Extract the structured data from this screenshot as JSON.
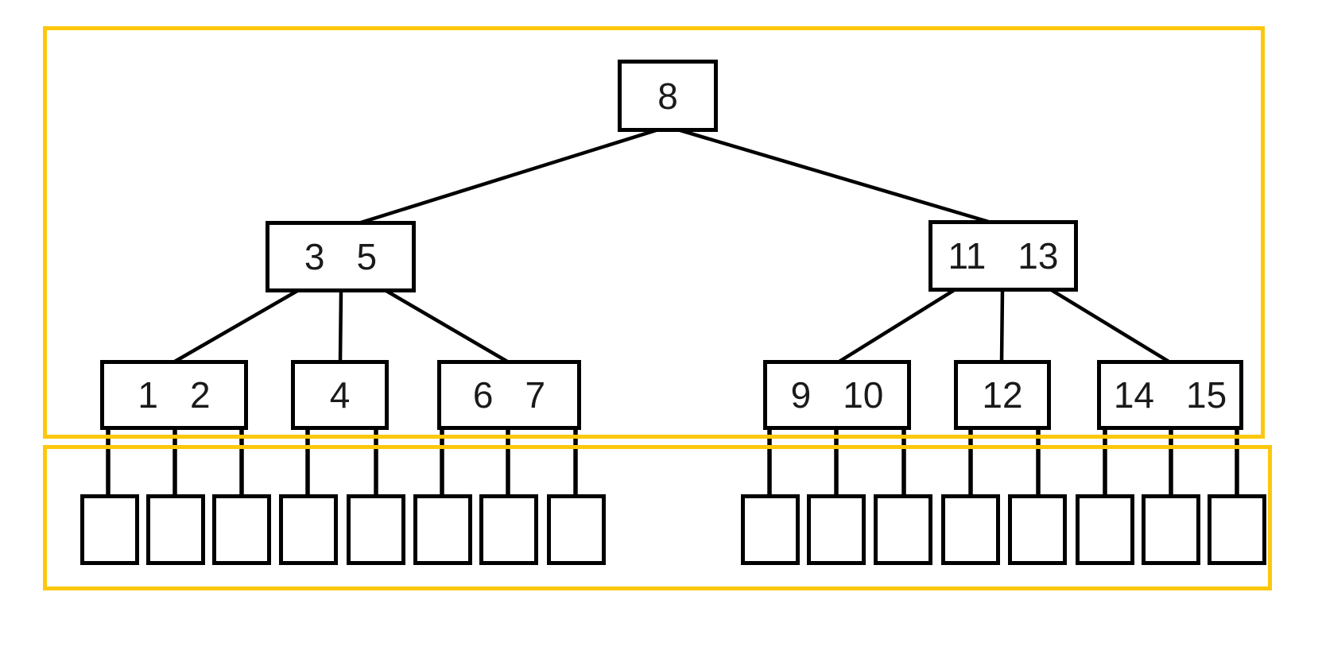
{
  "figure": {
    "type": "b-tree-diagram",
    "colors": {
      "highlight": "#FDC70D",
      "stroke": "#000000",
      "text": "#1a1a1a",
      "background": "#ffffff"
    },
    "nodes": {
      "root": {
        "keys": [
          "8"
        ]
      },
      "internal_left": {
        "keys": [
          "3",
          "5"
        ]
      },
      "internal_right": {
        "keys": [
          "11",
          "13"
        ]
      },
      "third_level_1": {
        "keys": [
          "1",
          "2"
        ]
      },
      "third_level_2": {
        "keys": [
          "4"
        ]
      },
      "third_level_3": {
        "keys": [
          "6",
          "7"
        ]
      },
      "third_level_4": {
        "keys": [
          "9",
          "10"
        ]
      },
      "third_level_5": {
        "keys": [
          "12"
        ]
      },
      "third_level_6": {
        "keys": [
          "14",
          "15"
        ]
      }
    },
    "edges": [
      {
        "from": "8",
        "to": "3 5"
      },
      {
        "from": "8",
        "to": "11 13"
      },
      {
        "from": "3 5",
        "to": "1 2"
      },
      {
        "from": "3 5",
        "to": "4"
      },
      {
        "from": "3 5",
        "to": "6 7"
      },
      {
        "from": "11 13",
        "to": "9 10"
      },
      {
        "from": "11 13",
        "to": "12"
      },
      {
        "from": "11 13",
        "to": "14 15"
      }
    ],
    "empty_leaf_slots": 16,
    "leaf_slots_per_parent": {
      "1 2": 3,
      "4": 2,
      "6 7": 3,
      "9 10": 3,
      "12": 2,
      "14 15": 3
    },
    "highlight_regions": 2
  }
}
